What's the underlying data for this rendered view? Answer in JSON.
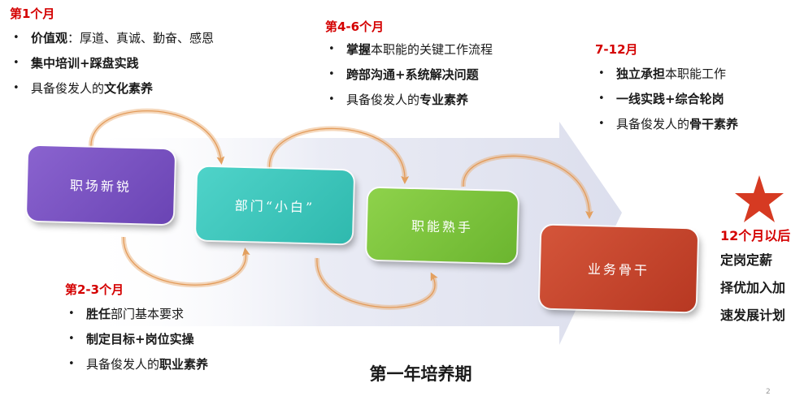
{
  "title": "第一年培养期",
  "page_number": "2",
  "colors": {
    "heading_red": "#d40000",
    "stage1": "#7b53c1",
    "stage2": "#3fc8be",
    "stage3": "#7ec63f",
    "stage4": "#c8452c",
    "loop_arrow": "#e8a86a",
    "band": "#dfe2ef",
    "star": "#d63a22"
  },
  "stages": [
    {
      "name": "职场新锐"
    },
    {
      "name": "部门“小白”"
    },
    {
      "name": "职能熟手"
    },
    {
      "name": "业务骨干"
    }
  ],
  "panels": {
    "m1": {
      "heading": "第1个月",
      "items": [
        {
          "bold": "价值观",
          "text": "：厚道、真诚、勤奋、感恩",
          "tail": ""
        },
        {
          "bold": "集中培训+踩盘实践",
          "text": "",
          "tail": ""
        },
        {
          "bold": "",
          "text": "具备俊发人的",
          "tail": "文化素养"
        }
      ]
    },
    "m23": {
      "heading": "第2-3个月",
      "items": [
        {
          "bold": "胜任",
          "text": "部门基本要求",
          "tail": ""
        },
        {
          "bold": "制定目标+岗位实操",
          "text": "",
          "tail": ""
        },
        {
          "bold": "",
          "text": "具备俊发人的",
          "tail": "职业素养"
        }
      ]
    },
    "m46": {
      "heading": "第4-6个月",
      "items": [
        {
          "bold": "掌握",
          "text": "本职能的关键工作流程",
          "tail": ""
        },
        {
          "bold": "跨部沟通+系统解决问题",
          "text": "",
          "tail": ""
        },
        {
          "bold": "",
          "text": "具备俊发人的",
          "tail": "专业素养"
        }
      ]
    },
    "m712": {
      "heading": "7-12月",
      "items": [
        {
          "bold": "独立承担",
          "text": "本职能工作",
          "tail": ""
        },
        {
          "bold": "一线实践+综合轮岗",
          "text": "",
          "tail": ""
        },
        {
          "bold": "",
          "text": "具备俊发人的",
          "tail": "骨干素养"
        }
      ]
    }
  },
  "after": {
    "heading": "12个月以后",
    "lines": [
      "定岗定薪",
      "择优加入加",
      "速发展计划"
    ]
  }
}
